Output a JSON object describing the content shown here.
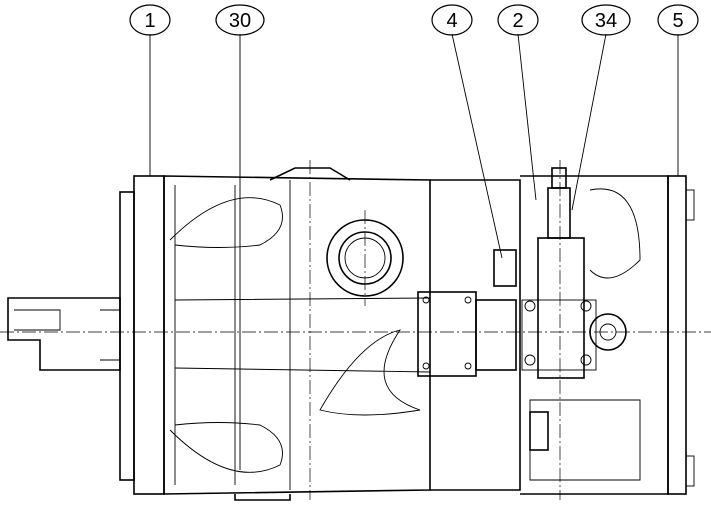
{
  "callouts": [
    {
      "label": "1"
    },
    {
      "label": "30"
    },
    {
      "label": "4"
    },
    {
      "label": "2"
    },
    {
      "label": "34"
    },
    {
      "label": "5"
    }
  ]
}
